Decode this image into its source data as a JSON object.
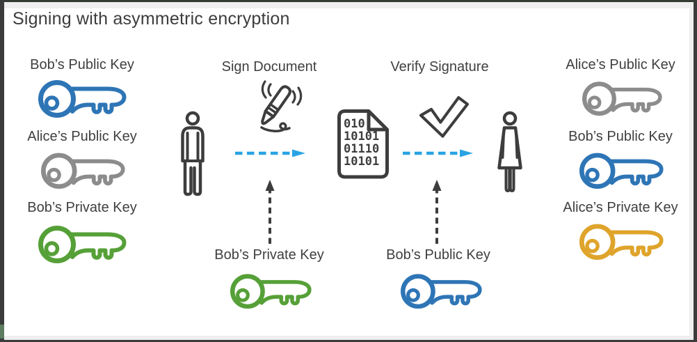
{
  "title": "Signing with asymmetric encryption",
  "colors": {
    "key_blue": "#2E75B6",
    "key_gray": "#8C8C8C",
    "key_green": "#56A038",
    "key_gold": "#DFA42B",
    "arrow_blue": "#29A3E3",
    "icon": "#3D3D3D"
  },
  "left_column": {
    "items": [
      {
        "label": "Bob’s Public Key",
        "color": "#2E75B6"
      },
      {
        "label": "Alice’s Public Key",
        "color": "#8C8C8C"
      },
      {
        "label": "Bob’s Private Key",
        "color": "#56A038"
      }
    ]
  },
  "right_column": {
    "items": [
      {
        "label": "Alice’s Public Key",
        "color": "#8C8C8C"
      },
      {
        "label": "Bob’s Public Key",
        "color": "#2E75B6"
      },
      {
        "label": "Alice’s Private Key",
        "color": "#DFA42B"
      }
    ]
  },
  "flow": {
    "sender": "man",
    "receiver": "woman",
    "sign_label": "Sign Document",
    "verify_label": "Verify Signature",
    "sign_input_label": "Bob’s Private Key",
    "verify_input_label": "Bob’s Public Key",
    "document_lines": [
      "010",
      "10101",
      "01110",
      "10101"
    ]
  }
}
